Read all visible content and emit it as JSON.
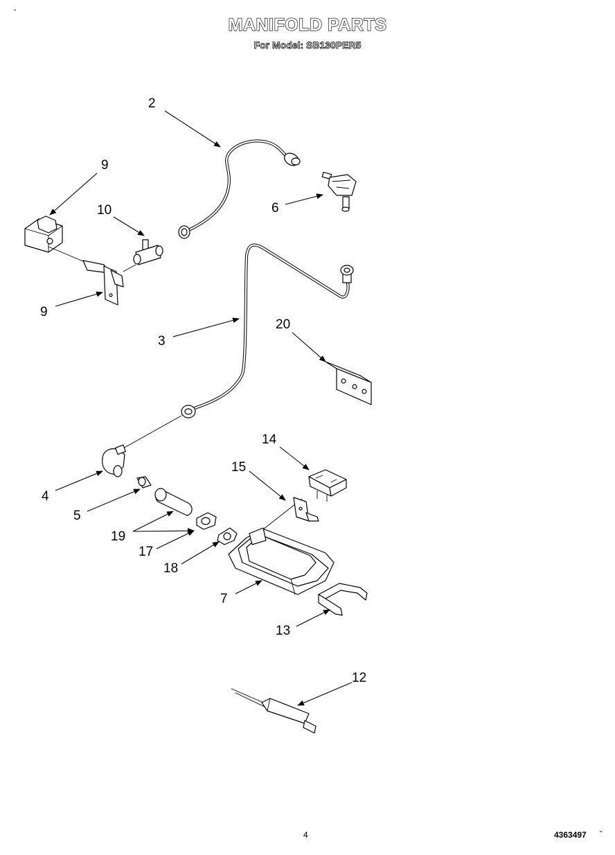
{
  "header": {
    "title": "MANIFOLD PARTS",
    "subtitle": "For Model: SB130PER5",
    "corner_mark": "\""
  },
  "footer": {
    "page_number": "4",
    "doc_number": "4363497",
    "corner_mark": "\""
  },
  "callouts": {
    "c2": "2",
    "c9a": "9",
    "c10": "10",
    "c6": "6",
    "c9b": "9",
    "c3": "3",
    "c20": "20",
    "c14": "14",
    "c15": "15",
    "c4": "4",
    "c5": "5",
    "c19": "19",
    "c17": "17",
    "c18": "18",
    "c7": "7",
    "c13": "13",
    "c12": "12"
  }
}
